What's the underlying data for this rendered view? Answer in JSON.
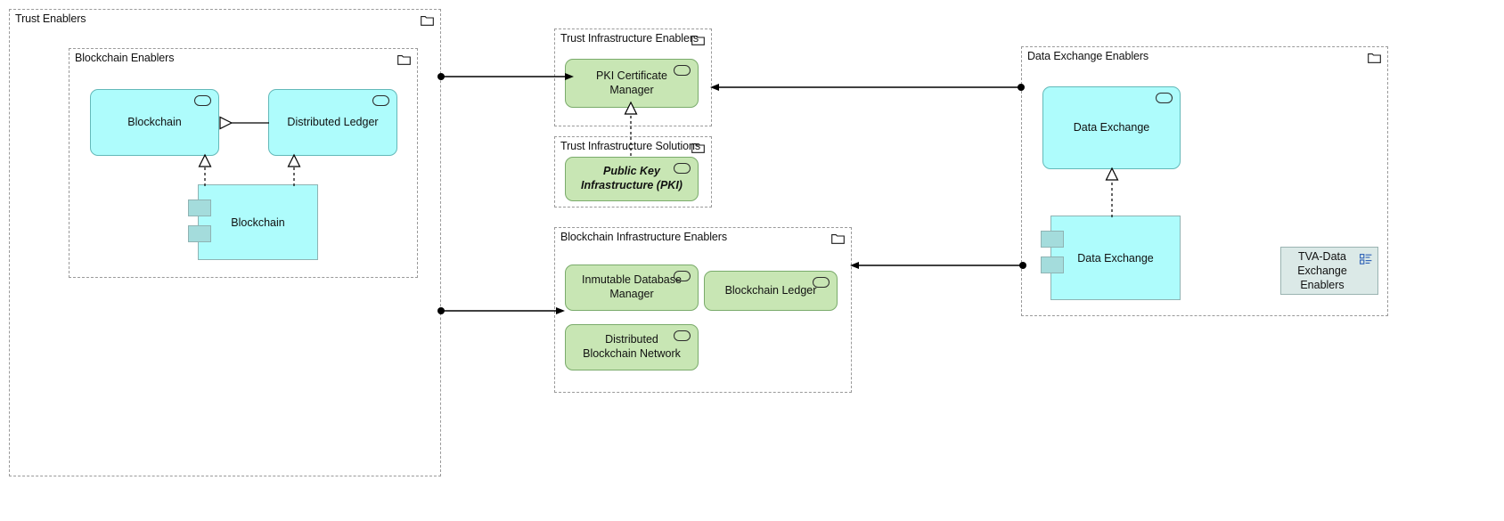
{
  "diagram": {
    "title": "Trust Enablers",
    "background": "#ffffff",
    "colors": {
      "blue_fill": "#aefcfc",
      "green_fill": "#c8e6b4",
      "viewref_fill": "#dbe9e7",
      "group_border": "#9a9a9a",
      "connector": "#000000"
    }
  },
  "groups": {
    "trust_enablers": {
      "label": "Trust Enablers",
      "icon": "folder-icon"
    },
    "blockchain_enablers": {
      "label": "Blockchain Enablers",
      "icon": "folder-icon"
    },
    "trust_infrastructure_enablers": {
      "label": "Trust Infrastructure Enablers",
      "icon": "folder-icon"
    },
    "trust_infrastructure_solutions": {
      "label": "Trust Infrastructure Solutions",
      "icon": "folder-icon"
    },
    "blockchain_infrastructure_enablers": {
      "label": "Blockchain Infrastructure Enablers",
      "icon": "folder-icon"
    },
    "data_exchange_enablers": {
      "label": "Data Exchange Enablers",
      "icon": "folder-icon"
    }
  },
  "nodes": {
    "blockchain_service": {
      "label": "Blockchain",
      "badge": "service-badge-icon"
    },
    "distributed_ledger_service": {
      "label": "Distributed Ledger",
      "badge": "service-badge-icon"
    },
    "blockchain_component": {
      "label": "Blockchain",
      "icon": "component-icon"
    },
    "pki_certificate_manager": {
      "label": "PKI Certificate Manager",
      "badge": "service-badge-icon"
    },
    "public_key_infrastructure": {
      "label": "Public Key Infrastructure (PKI)",
      "badge": "service-badge-icon"
    },
    "inmutable_database_manager": {
      "label": "Inmutable Database Manager",
      "badge": "service-badge-icon"
    },
    "blockchain_ledger": {
      "label": "Blockchain Ledger",
      "badge": "service-badge-icon"
    },
    "distributed_blockchain_network": {
      "label": "Distributed Blockchain Network",
      "badge": "service-badge-icon"
    },
    "data_exchange_service": {
      "label": "Data Exchange",
      "badge": "service-badge-icon"
    },
    "data_exchange_component": {
      "label": "Data Exchange",
      "icon": "component-icon"
    },
    "tva_data_exchange_enablers": {
      "label": "TVA-Data Exchange Enablers",
      "icon": "view-reference-icon"
    }
  }
}
